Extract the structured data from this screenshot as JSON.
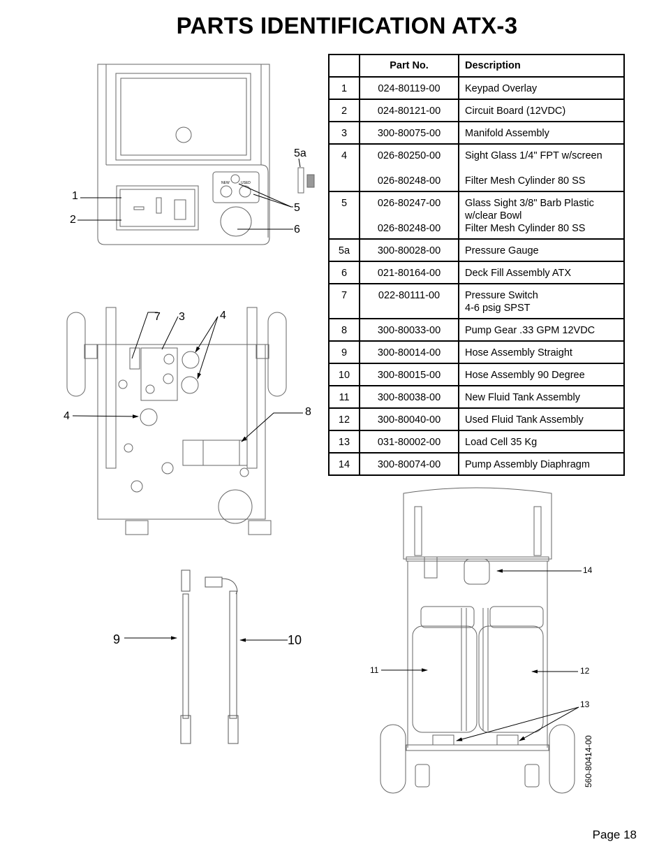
{
  "title": "PARTS IDENTIFICATION ATX-3",
  "table": {
    "headers": [
      "",
      "Part No.",
      "Description"
    ],
    "rows": [
      {
        "num": "1",
        "part": [
          "024-80119-00"
        ],
        "desc": [
          "Keypad Overlay"
        ]
      },
      {
        "num": "2",
        "part": [
          "024-80121-00"
        ],
        "desc": [
          "Circuit Board (12VDC)"
        ]
      },
      {
        "num": "3",
        "part": [
          "300-80075-00"
        ],
        "desc": [
          "Manifold Assembly"
        ]
      },
      {
        "num": "4",
        "part": [
          "026-80250-00",
          "",
          "026-80248-00"
        ],
        "desc": [
          "Sight Glass 1/4\" FPT w/screen",
          "",
          "Filter Mesh Cylinder 80 SS"
        ]
      },
      {
        "num": "5",
        "part": [
          "026-80247-00",
          "",
          "026-80248-00"
        ],
        "desc": [
          "Glass Sight 3/8\" Barb Plastic",
          "w/clear Bowl",
          "Filter Mesh Cylinder 80 SS"
        ]
      },
      {
        "num": "5a",
        "part": [
          "300-80028-00"
        ],
        "desc": [
          "Pressure Gauge"
        ]
      },
      {
        "num": "6",
        "part": [
          "021-80164-00"
        ],
        "desc": [
          "Deck Fill Assembly ATX"
        ]
      },
      {
        "num": "7",
        "part": [
          "022-80111-00"
        ],
        "desc": [
          "Pressure Switch",
          "4-6 psig SPST"
        ]
      },
      {
        "num": "8",
        "part": [
          "300-80033-00"
        ],
        "desc": [
          "Pump Gear .33 GPM 12VDC"
        ]
      },
      {
        "num": "9",
        "part": [
          "300-80014-00"
        ],
        "desc": [
          "Hose Assembly Straight"
        ]
      },
      {
        "num": "10",
        "part": [
          "300-80015-00"
        ],
        "desc": [
          "Hose Assembly 90 Degree"
        ]
      },
      {
        "num": "11",
        "part": [
          "300-80038-00"
        ],
        "desc": [
          "New Fluid Tank Assembly"
        ]
      },
      {
        "num": "12",
        "part": [
          "300-80040-00"
        ],
        "desc": [
          "Used Fluid Tank Assembly"
        ]
      },
      {
        "num": "13",
        "part": [
          "031-80002-00"
        ],
        "desc": [
          "Load Cell 35 Kg"
        ]
      },
      {
        "num": "14",
        "part": [
          "300-80074-00"
        ],
        "desc": [
          "Pump Assembly Diaphragm"
        ]
      }
    ]
  },
  "callouts": {
    "front": [
      "1",
      "2",
      "5a",
      "5",
      "6"
    ],
    "top": [
      "7",
      "3",
      "4",
      "4",
      "8"
    ],
    "hoses": [
      "9",
      "10"
    ],
    "rear": [
      "14",
      "11",
      "12",
      "13"
    ]
  },
  "drawing_number": "560-80414-00",
  "panel_labels": [
    "NEW",
    "USED"
  ],
  "page_label": "Page 18"
}
